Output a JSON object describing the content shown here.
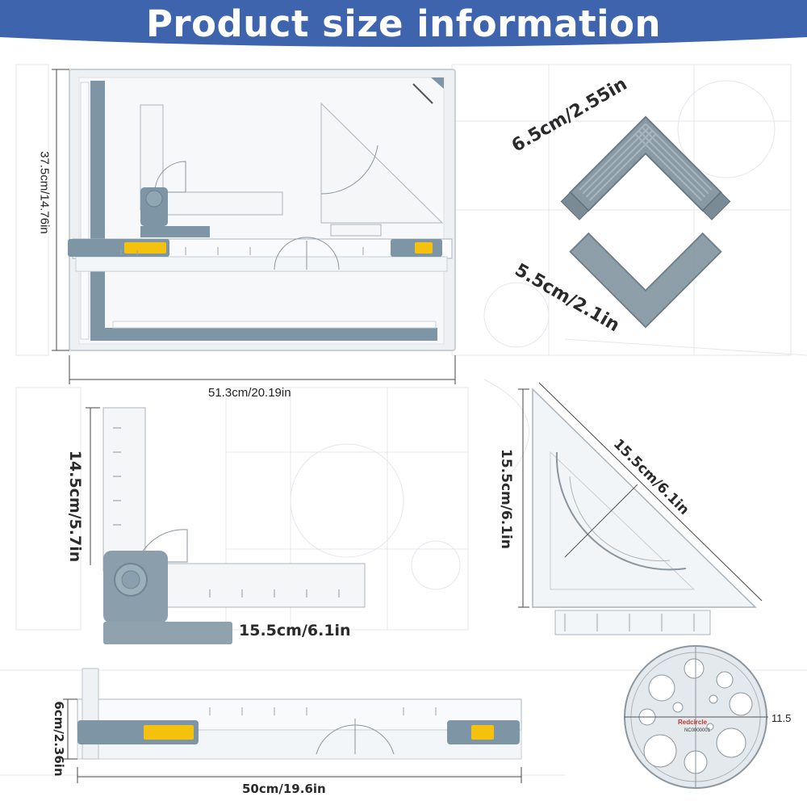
{
  "banner": {
    "title": "Product size information",
    "color": "#3f64ae"
  },
  "colors": {
    "accent_gray_blue": "#7d95a4",
    "yellow_clip": "#f4c20d",
    "board_white": "#f2f4f6"
  },
  "dimensions": {
    "board_height": "37.5cm/14.76in",
    "board_width": "51.3cm/20.19in",
    "corner_outer": "6.5cm/2.55in",
    "corner_inner": "5.5cm/2.1in",
    "square_height": "14.5cm/5.7in",
    "square_width": "15.5cm/6.1in",
    "triangle_side": "15.5cm/6.1in",
    "triangle_hyp": "15.5cm/6.1in",
    "ruler_height": "6cm/2.36in",
    "ruler_width": "50cm/19.6in",
    "circle_label": "11.5"
  },
  "branding": {
    "circle_template_brand": "Redcircle",
    "circle_template_code": "NC0000001"
  },
  "icons": [
    "drawing-board-icon",
    "corner-protector-icon",
    "l-square-icon",
    "triangle-ruler-icon",
    "parallel-ruler-icon",
    "circle-template-icon"
  ]
}
